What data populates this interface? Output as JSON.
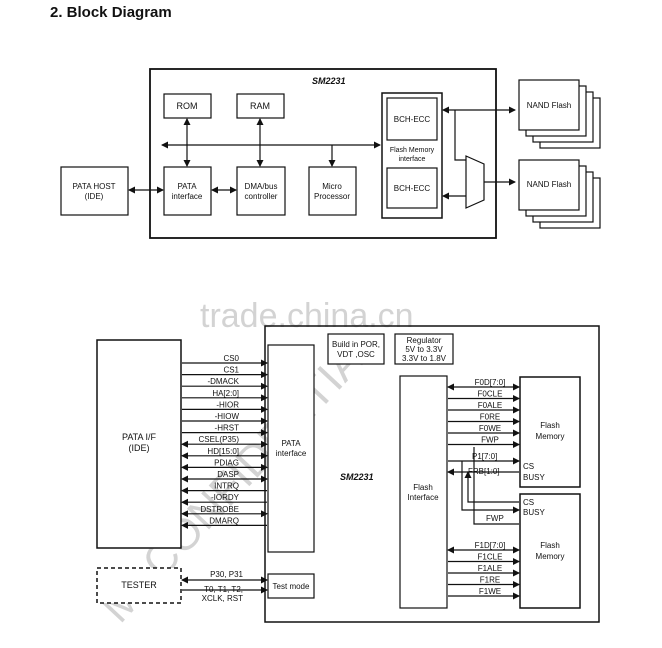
{
  "heading": "2. Block Diagram",
  "top": {
    "chip": "SM2231",
    "rom": "ROM",
    "ram": "RAM",
    "pata_host": [
      "PATA HOST",
      "(IDE)"
    ],
    "pata_interface": [
      "PATA",
      "interface"
    ],
    "dma": [
      "DMA/bus",
      "controller"
    ],
    "micro": [
      "Micro",
      "Processor"
    ],
    "bch1": "BCH-ECC",
    "bch2": "BCH-ECC",
    "flash_if": [
      "Flash Memory",
      "interface"
    ],
    "nand1": "NAND Flash",
    "nand2": "NAND Flash"
  },
  "bottom": {
    "pata_if": [
      "PATA I/F",
      "(IDE)"
    ],
    "pata_interface": [
      "PATA",
      "interface"
    ],
    "chip": "SM2231",
    "build_in": [
      "Build in POR,",
      "VDT ,OSC"
    ],
    "regulator": [
      "Regulator",
      "5V to 3.3V",
      "3.3V to 1.8V"
    ],
    "flash_interface": [
      "Flash",
      "Interface"
    ],
    "flash_mem1": [
      "Flash",
      "Memory"
    ],
    "flash_mem2": [
      "Flash",
      "Memory"
    ],
    "tester": "TESTER",
    "test_mode": "Test mode",
    "tester_signals": [
      "P30, P31",
      "T0, T1, T2,",
      "XCLK, RST"
    ],
    "signals": [
      "CS0",
      "CS1",
      "-DMACK",
      "HA[2:0]",
      "-HIOR",
      "-HIOW",
      "-HRST",
      "CSEL(P35)",
      "HD[15:0]",
      "PDIAG",
      "DASP",
      "INTRQ",
      "-IORDY",
      "DSTROBE",
      "DMARQ"
    ],
    "flash_signals_a": [
      "F0D[7:0]",
      "F0CLE",
      "F0ALE",
      "F0RE",
      "F0WE",
      "FWP"
    ],
    "p1": "P1[7:0]",
    "frb": "FRB[1:0]",
    "fwp2": "FWP",
    "cs_busy_a": [
      "CS",
      "BUSY"
    ],
    "cs_busy_b": [
      "CS",
      "BUSY"
    ],
    "flash_signals_b": [
      "F1D[7:0]",
      "F1CLE",
      "F1ALE",
      "F1RE",
      "F1WE"
    ],
    "watermark": [
      "trade.china.cn",
      "MI CONFIDENTIAL"
    ]
  }
}
